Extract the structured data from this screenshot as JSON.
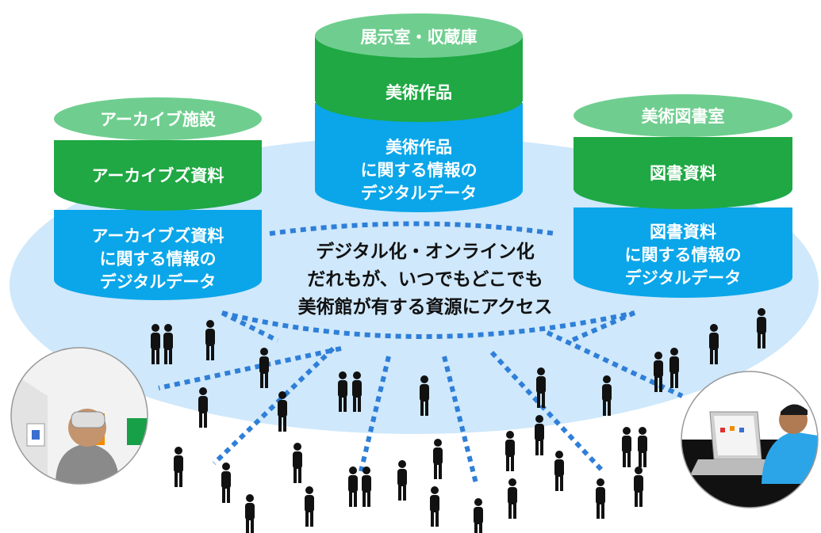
{
  "colors": {
    "platform": "#cfe8fb",
    "cap_green": "#6fce8f",
    "mid_green": "#1fa843",
    "blue": "#0aa6e9",
    "dots": "#2f7fd8",
    "silhouette": "#111111"
  },
  "cylinders": [
    {
      "id": "archive",
      "top_label": "アーカイブ施設",
      "mid_label": "アーカイブズ資料",
      "bottom_lines": [
        "アーカイブズ資料",
        "に関する情報の",
        "デジタルデータ"
      ]
    },
    {
      "id": "museum",
      "top_label": "展示室・収蔵庫",
      "mid_label": "美術作品",
      "bottom_lines": [
        "美術作品",
        "に関する情報の",
        "デジタルデータ"
      ]
    },
    {
      "id": "library",
      "top_label": "美術図書室",
      "mid_label": "図書資料",
      "bottom_lines": [
        "図書資料",
        "に関する情報の",
        "デジタルデータ"
      ]
    }
  ],
  "center_text": {
    "line1": "デジタル化・オンライン化",
    "line2": "だれもが、いつでもどこでも",
    "line3": "美術館が有する資源にアクセス"
  },
  "icons": {
    "left_circle": "vr-headset-viewer-icon",
    "right_circle": "laptop-user-icon",
    "people": "people-silhouette-icon"
  }
}
